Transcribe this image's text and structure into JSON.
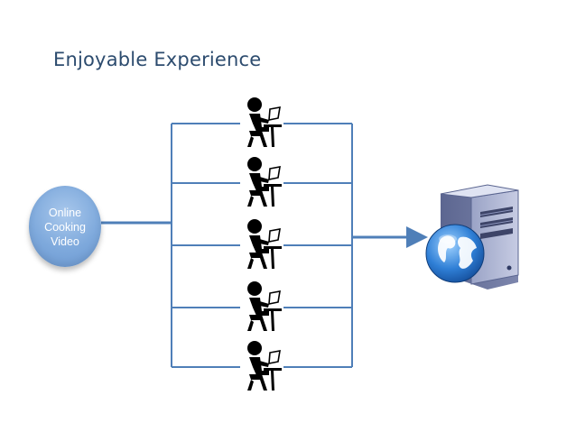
{
  "title": "Enjoyable Experience",
  "source_node": {
    "lines": [
      "Online",
      "Cooking",
      "Video"
    ],
    "color": "#7ea9dc"
  },
  "users": {
    "count": 5,
    "icon": "user-at-computer-icon"
  },
  "destination": {
    "icon": "web-server-globe-icon"
  },
  "colors": {
    "connector": "#4f7fb8",
    "title": "#2c4b6e"
  }
}
